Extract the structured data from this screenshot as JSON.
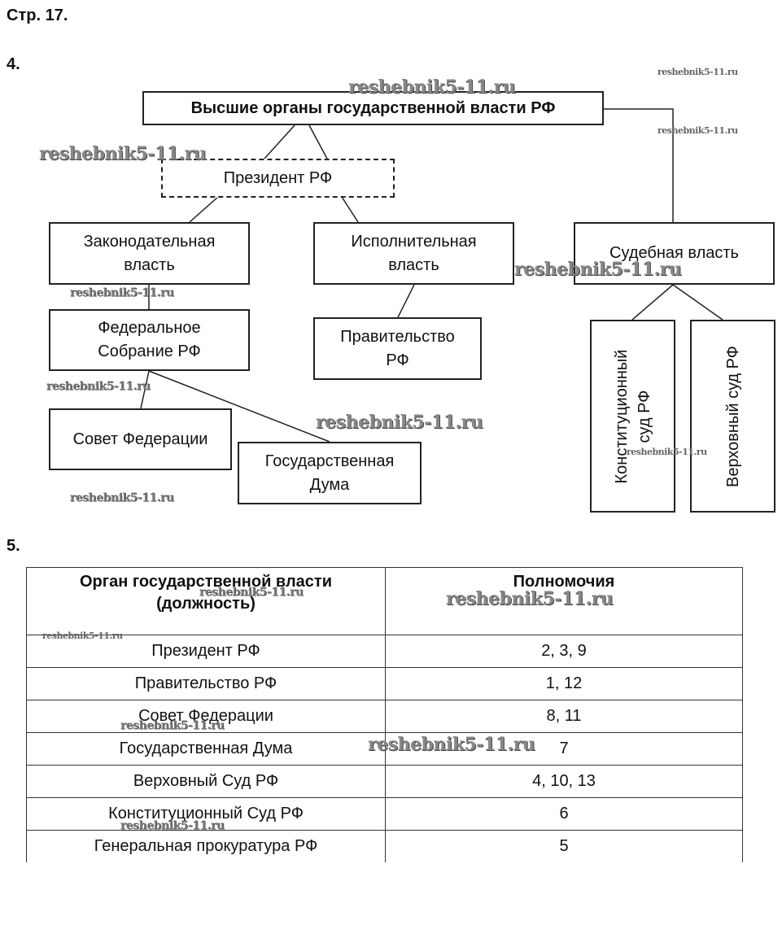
{
  "page_label": "Стр. 17.",
  "task4": {
    "number": "4.",
    "diagram": {
      "top": "Высшие органы государственной власти РФ",
      "president": "Президент РФ",
      "legislative": "Законодательная\nвласть",
      "executive": "Исполнительная\nвласть",
      "judicial": "Судебная власть",
      "federal_assembly": "Федеральное\nСобрание РФ",
      "government": "Правительство\nРФ",
      "federation_council": "Совет Федерации",
      "state_duma": "Государственная\nДума",
      "constitutional_court": "Конституционный\nсуд РФ",
      "supreme_court": "Верховный суд РФ"
    }
  },
  "task5": {
    "number": "5.",
    "table": {
      "headers": [
        "Орган государственной власти\n(должность)",
        "Полномочия"
      ],
      "rows": [
        [
          "Президент РФ",
          "2, 3, 9"
        ],
        [
          "Правительство РФ",
          "1, 12"
        ],
        [
          "Совет Федерации",
          "8, 11"
        ],
        [
          "Государственная Дума",
          "7"
        ],
        [
          "Верховный Суд РФ",
          "4, 10, 13"
        ],
        [
          "Конституционный Суд РФ",
          "6"
        ],
        [
          "Генеральная прокуратура РФ",
          "5"
        ]
      ]
    }
  },
  "watermark": "reshebnik5-11.ru"
}
